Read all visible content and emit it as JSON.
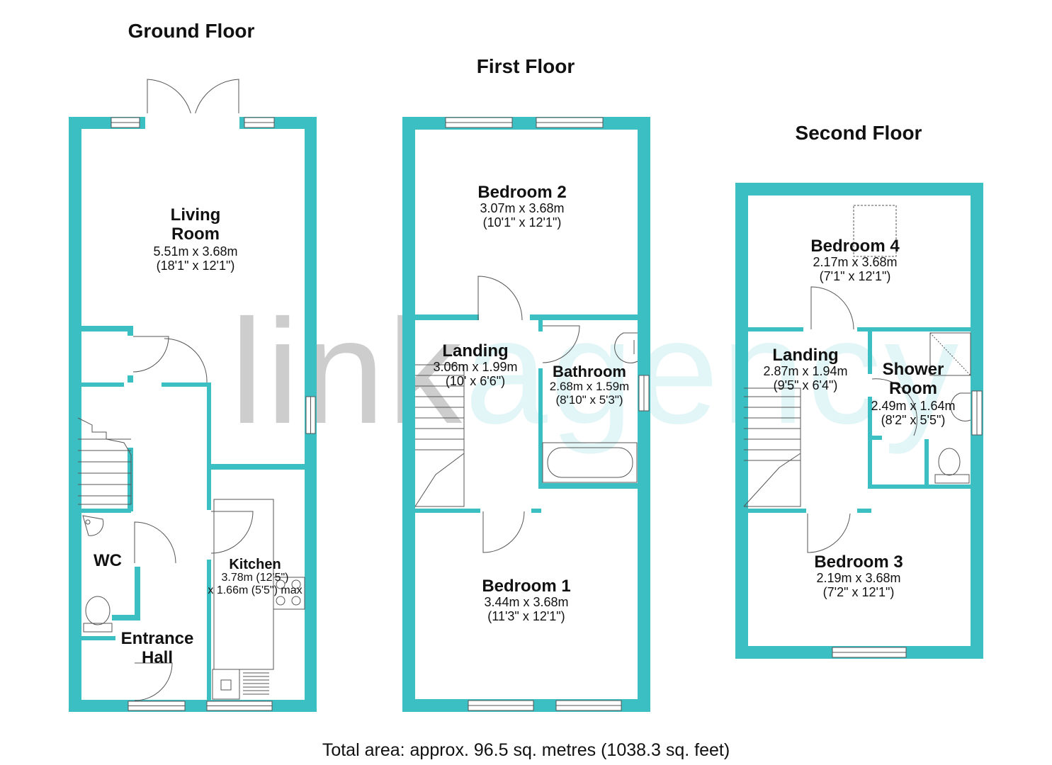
{
  "colors": {
    "wall": "#3cbfc3",
    "fixture": "#555555",
    "background": "#ffffff"
  },
  "watermark": {
    "part1": "link",
    "part2": "agency"
  },
  "floors": [
    {
      "title": "Ground Floor",
      "rooms": [
        {
          "name": "Living\nRoom",
          "metric": "5.51m x 3.68m",
          "imperial": "(18'1\" x 12'1\")"
        },
        {
          "name": "WC",
          "metric": "",
          "imperial": ""
        },
        {
          "name": "Kitchen",
          "metric": "3.78m (12'5\")",
          "imperial": "x 1.66m (5'5\") max"
        },
        {
          "name": "Entrance\nHall",
          "metric": "",
          "imperial": ""
        }
      ]
    },
    {
      "title": "First Floor",
      "rooms": [
        {
          "name": "Bedroom 2",
          "metric": "3.07m x 3.68m",
          "imperial": "(10'1\" x 12'1\")"
        },
        {
          "name": "Landing",
          "metric": "3.06m x 1.99m",
          "imperial": "(10' x 6'6\")"
        },
        {
          "name": "Bathroom",
          "metric": "2.68m x 1.59m",
          "imperial": "(8'10\" x 5'3\")"
        },
        {
          "name": "Bedroom 1",
          "metric": "3.44m x 3.68m",
          "imperial": "(11'3\" x 12'1\")"
        }
      ]
    },
    {
      "title": "Second Floor",
      "rooms": [
        {
          "name": "Bedroom 4",
          "metric": "2.17m x 3.68m",
          "imperial": "(7'1\" x 12'1\")"
        },
        {
          "name": "Landing",
          "metric": "2.87m x 1.94m",
          "imperial": "(9'5\" x 6'4\")"
        },
        {
          "name": "Shower\nRoom",
          "metric": "2.49m x 1.64m",
          "imperial": "(8'2\" x 5'5\")"
        },
        {
          "name": "Bedroom 3",
          "metric": "2.19m x 3.68m",
          "imperial": "(7'2\" x 12'1\")"
        }
      ]
    }
  ],
  "total_area": "Total area: approx. 96.5 sq. metres (1038.3 sq. feet)"
}
